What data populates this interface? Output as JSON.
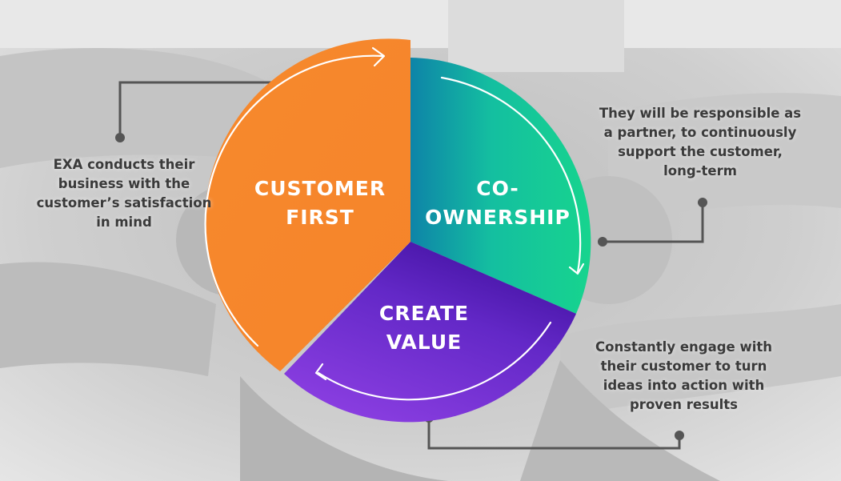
{
  "colors": {
    "orange": "#f7892d",
    "teal": "#15c98e",
    "teal_dark": "#0e7fa6",
    "purple": "#7a36d8",
    "purple_dark": "#3d0f9a",
    "connector": "#555555"
  },
  "segments": {
    "customer_first": {
      "line1": "CUSTOMER",
      "line2": "FIRST"
    },
    "co_ownership": {
      "line1": "CO-",
      "line2": "OWNERSHIP"
    },
    "create_value": {
      "line1": "CREATE",
      "line2": "VALUE"
    }
  },
  "descriptions": {
    "customer_first": {
      "lines": [
        "EXA conducts their",
        "business with the",
        "customer’s satisfaction",
        "in mind"
      ]
    },
    "co_ownership": {
      "lines": [
        "They will be responsible as",
        "a partner, to continuously",
        "support the customer,",
        "long-term"
      ]
    },
    "create_value": {
      "lines": [
        "Constantly engage with",
        "their customer to turn",
        "ideas into action with",
        "proven results"
      ]
    }
  }
}
